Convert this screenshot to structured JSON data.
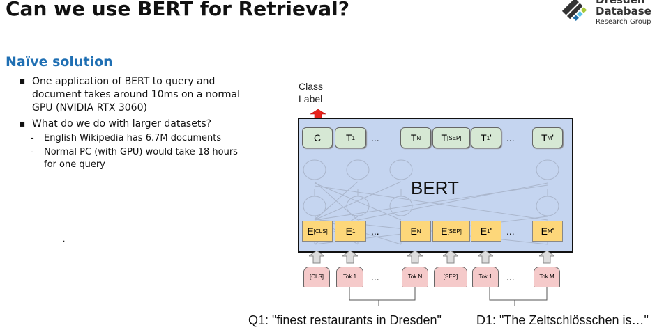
{
  "slide": {
    "title": "Can we use BERT for Retrieval?",
    "subtitle": "Naïve solution",
    "bullets": [
      {
        "text": "One application of BERT to query and document takes around 10ms on a normal GPU (NVIDIA RTX 3060)"
      },
      {
        "text": "What do we do with larger datasets?",
        "sub": [
          "English Wikipedia has 6.7M documents",
          "Normal PC (with GPU) would take 18 hours for one query"
        ]
      }
    ],
    "dot": "."
  },
  "logo": {
    "line1": "Dresden",
    "line2": "Database",
    "line3": "Research Group",
    "colors": [
      "#333333",
      "#a8c83a",
      "#5bc4e8",
      "#1e6ea8"
    ]
  },
  "diagram": {
    "class_label": "Class Label",
    "model": "BERT",
    "dots": "...",
    "outputs": [
      {
        "m": "C",
        "s": ""
      },
      {
        "m": "T",
        "s": "1"
      },
      {
        "m": "T",
        "s": "N"
      },
      {
        "m": "T",
        "s": "[SEP]"
      },
      {
        "m": "T",
        "s": "1",
        "p": "'"
      },
      {
        "m": "T",
        "s": "M",
        "p": "'"
      }
    ],
    "embeddings": [
      {
        "m": "E",
        "s": "[CLS]"
      },
      {
        "m": "E",
        "s": "1"
      },
      {
        "m": "E",
        "s": "N"
      },
      {
        "m": "E",
        "s": "[SEP]"
      },
      {
        "m": "E",
        "s": "1",
        "p": "'"
      },
      {
        "m": "E",
        "s": "M",
        "p": "'"
      }
    ],
    "tokens": [
      "[CLS]",
      "Tok 1",
      "Tok N",
      "[SEP]",
      "Tok 1",
      "Tok M"
    ],
    "query": "Q1: \"finest restaurants in Dresden\"",
    "document": "D1: \"The Zeltschlösschen is…\"",
    "colors": {
      "bert_bg": "#c5d5f0",
      "output": "#d6e8d4",
      "embedding": "#fdd77a",
      "token": "#f5caca",
      "arrow": "#e8231c"
    }
  }
}
